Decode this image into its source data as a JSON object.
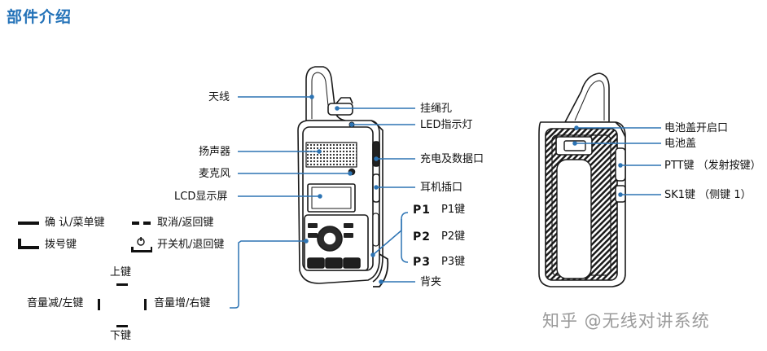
{
  "title": "部件介绍",
  "labels": {
    "antenna": "天线",
    "speaker": "扬声器",
    "microphone": "麦克风",
    "lcd": "LCD显示屏",
    "lanyard_hole": "挂绳孔",
    "led": "LED指示灯",
    "charge_port": "充电及数据口",
    "earphone_jack": "耳机插口",
    "back_clip": "背夹",
    "p1": "P1键",
    "p2": "P2键",
    "p3": "P3键",
    "p1_symbol": "P1",
    "p2_symbol": "P2",
    "p3_symbol": "P3",
    "confirm_menu": "确 认/菜单键",
    "dial": "拨号键",
    "cancel_back": "取消/返回键",
    "power_exit": "开关机/退回键",
    "up": "上键",
    "down": "下键",
    "vol_down_left": "音量减/左键",
    "vol_up_right": "音量增/右键",
    "battery_latch": "电池盖开启口",
    "battery_cover": "电池盖",
    "ptt": "PTT键 （发射按键）",
    "sk1": "SK1键 （侧键 1）"
  },
  "device_keys": [
    "P1",
    "P2",
    "P3"
  ],
  "watermark": "知乎 @无线对讲系统",
  "colors": {
    "title": "#2372b8",
    "leader_line": "#2d74b4",
    "device_outline": "#1a1a1a",
    "watermark": "#9a9a9a"
  }
}
